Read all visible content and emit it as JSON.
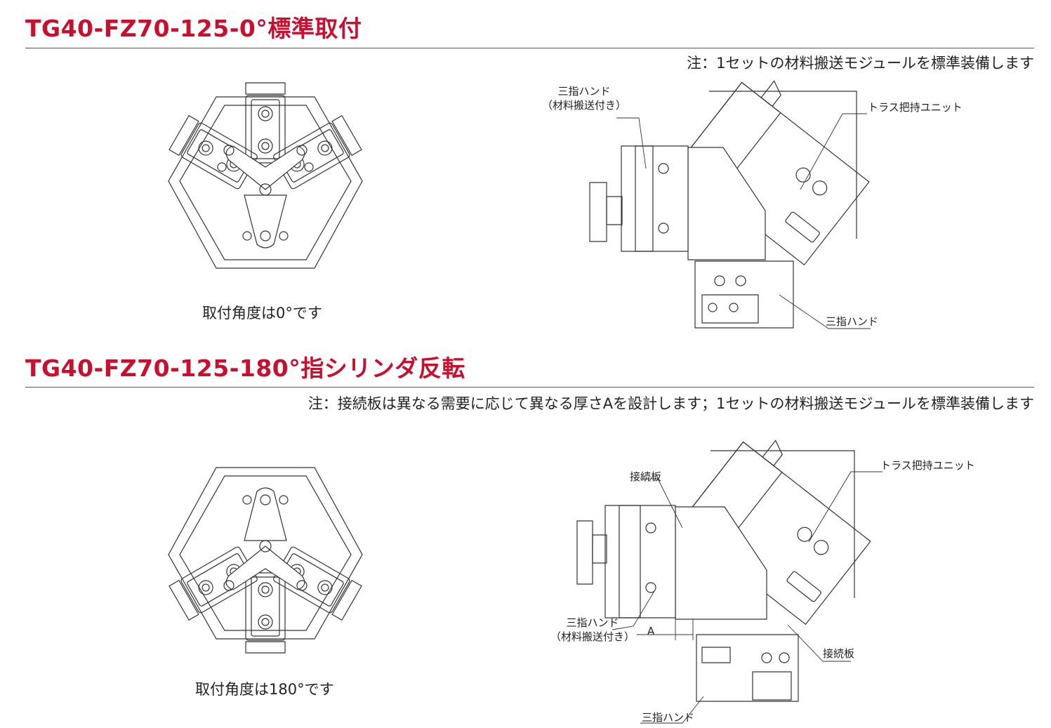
{
  "section1": {
    "title": "TG40-FZ70-125-0°標準取付",
    "note": "注：1セットの材料搬送モジュールを標準装備します",
    "caption": "取付角度は0°です",
    "labels": {
      "hand_line1": "三指ハンド",
      "hand_line2": "（材料搬送付き）",
      "truss": "トラス把持ユニット",
      "hand": "三指ハンド"
    }
  },
  "section2": {
    "title": "TG40-FZ70-125-180°指シリンダ反転",
    "note": "注：接続板は異なる需要に応じて異なる厚さAを設計します；1セットの材料搬送モジュールを標準装備します",
    "caption": "取付角度は180°です",
    "labels": {
      "plate_top": "接続板",
      "truss": "トラス把持ユニット",
      "hand_line1": "三指ハンド",
      "hand_line2": "（材料搬送付き）",
      "dim": "A",
      "plate_bottom": "接続板",
      "hand": "三指ハンド"
    }
  },
  "colors": {
    "accent": "#c8102e",
    "line": "#333333",
    "rule": "#555555"
  }
}
